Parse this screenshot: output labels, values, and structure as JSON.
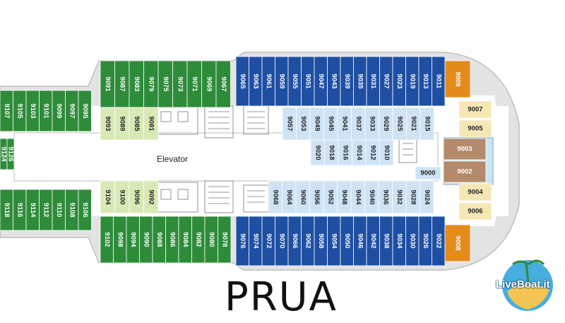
{
  "labels": {
    "elevator": "Elevator",
    "prua": "PRUA",
    "logo_text": "LiveBoat.it"
  },
  "colors": {
    "green": "#2e8b3a",
    "blue": "#1f4fa3",
    "light_blue": "#cfe3f5",
    "light_green": "#d9e9b6",
    "orange": "#e58b1a",
    "tan": "#b48a6a",
    "cream": "#f6e7b5",
    "grey_hull": "#d9d9d9"
  },
  "cabins": {
    "green_top_left": [
      "9107",
      "9105",
      "9103",
      "9101",
      "9099",
      "9097",
      "9095"
    ],
    "green_top_mid": [
      "9091",
      "9087",
      "9083",
      "9079",
      "9075",
      "9073",
      "9071",
      "9069",
      "9067"
    ],
    "blue_top": [
      "9065",
      "9063",
      "9061",
      "9059",
      "9055",
      "9051",
      "9047",
      "9043",
      "9039",
      "9035",
      "9031",
      "9027",
      "9023",
      "9019",
      "9013",
      "9011"
    ],
    "light_top_left": [
      "9093",
      "9089",
      "9085",
      "9081"
    ],
    "light_top": [
      "9057",
      "9053",
      "9049",
      "9045",
      "9041",
      "9037",
      "9033",
      "9029",
      "9025",
      "9021",
      "9015"
    ],
    "light_inner_top": [
      "9020",
      "9018",
      "9016",
      "9014",
      "9012",
      "9010"
    ],
    "light_bottom_left": [
      "9104",
      "9100",
      "9096",
      "9092"
    ],
    "light_bottom": [
      "9068",
      "9064",
      "9060",
      "9056",
      "9052",
      "9048",
      "9044",
      "9040",
      "9036",
      "9032",
      "9028",
      "9024"
    ],
    "green_bottom_left": [
      "9118",
      "9116",
      "9114",
      "9112",
      "9110",
      "9108",
      "9106"
    ],
    "green_bottom_mid": [
      "9102",
      "9098",
      "9094",
      "9090",
      "9088",
      "9086",
      "9084",
      "9082",
      "9080",
      "9078"
    ],
    "blue_bottom": [
      "9076",
      "9074",
      "9072",
      "9070",
      "9066",
      "9062",
      "9058",
      "9054",
      "9050",
      "9046",
      "9042",
      "9038",
      "9034",
      "9030",
      "9026",
      "9022"
    ],
    "mid_left": [
      "9124",
      "9126"
    ],
    "misc": {
      "c9000": "9000",
      "c9003": "9003",
      "c9002": "9002",
      "c9007": "9007",
      "c9005": "9005",
      "c9004": "9004",
      "c9006": "9006",
      "c9009": "9009",
      "c9008": "9008"
    }
  }
}
